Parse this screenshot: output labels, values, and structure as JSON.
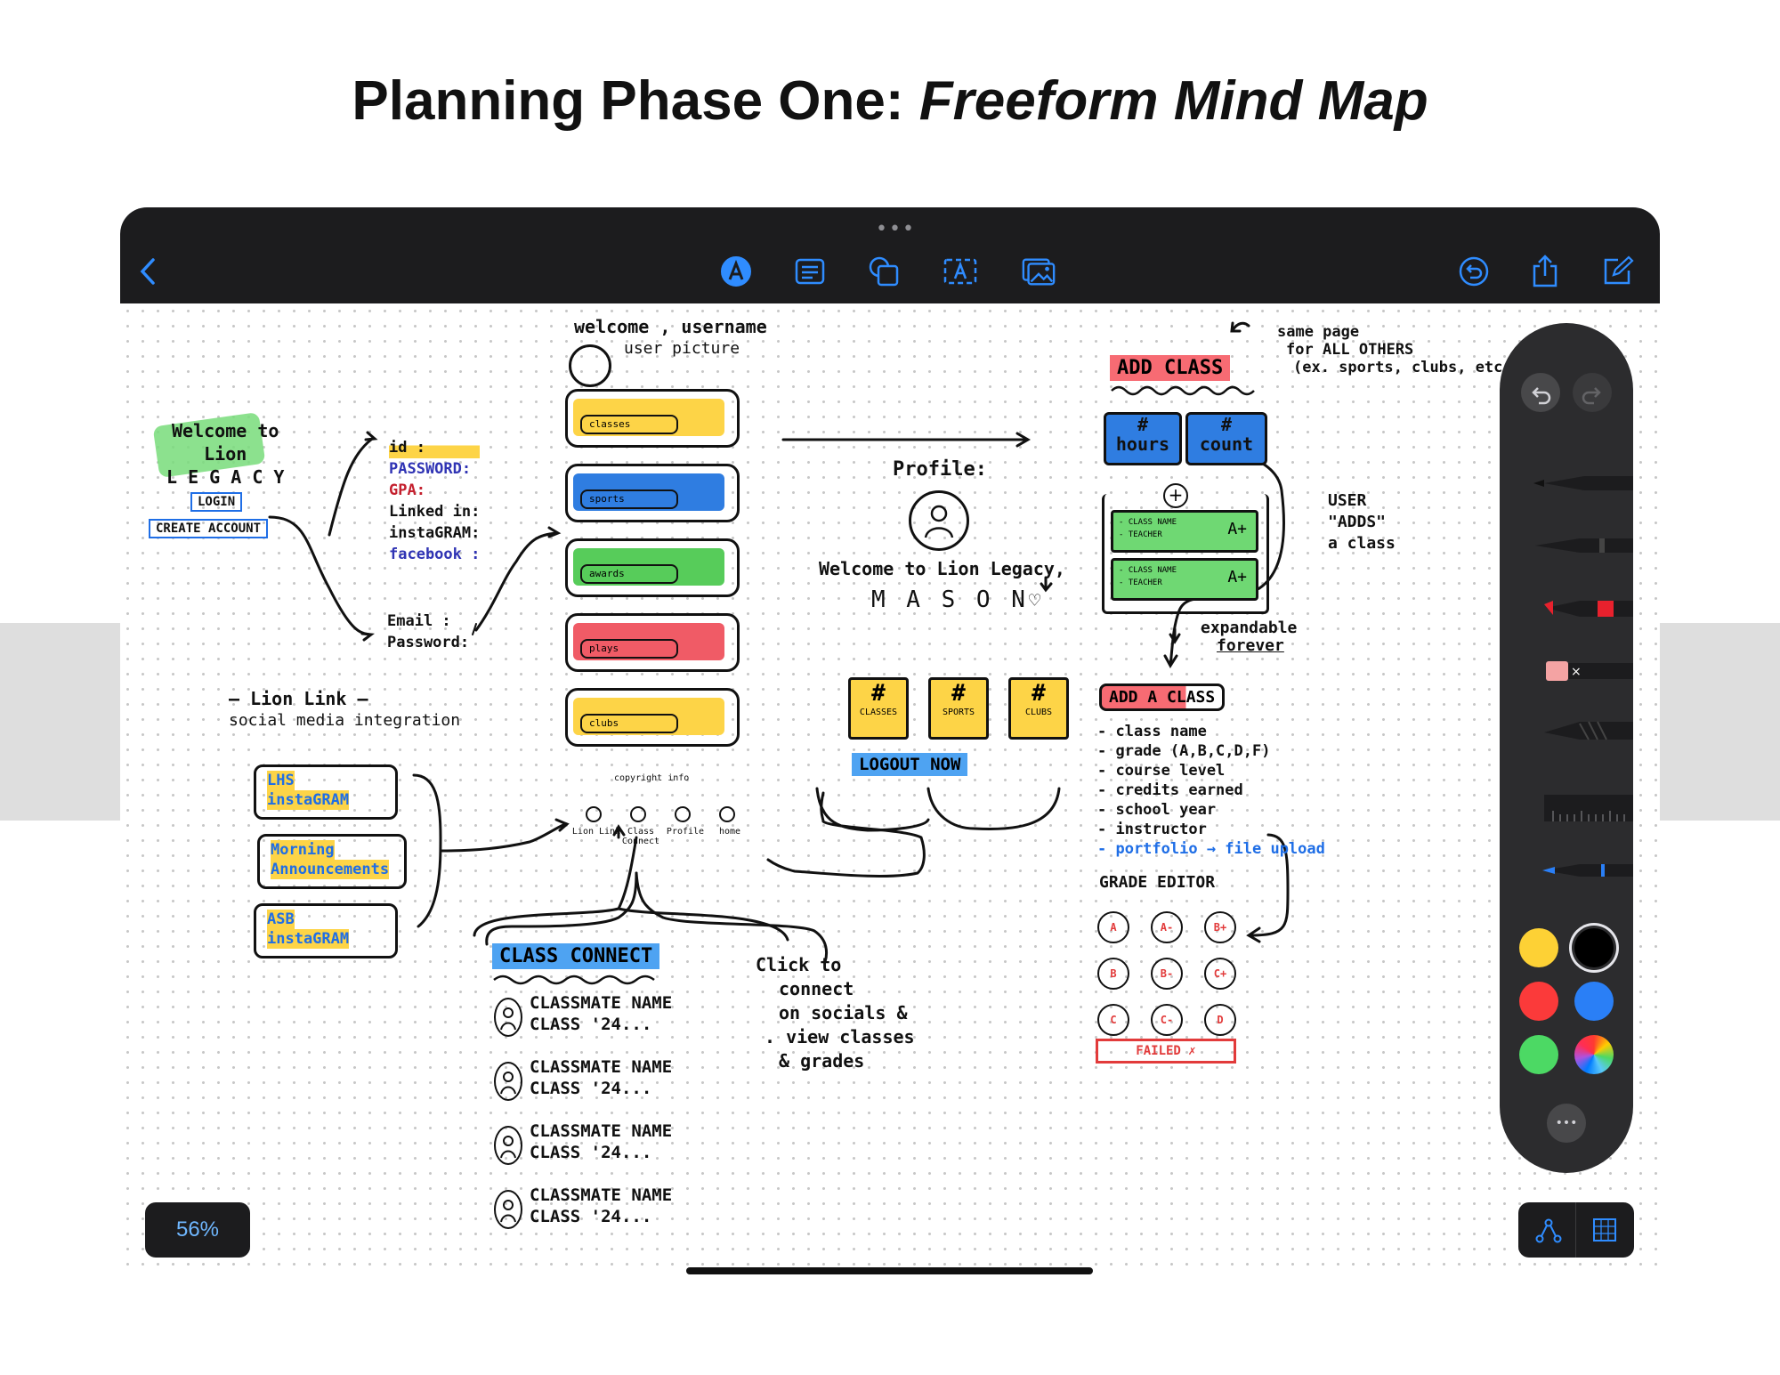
{
  "page": {
    "title_plain": "Planning Phase One: ",
    "title_italic": "Freeform Mind Map"
  },
  "toolbar": {
    "grabber": "•••",
    "icons": [
      "back-chevron-icon",
      "pen-icon",
      "text-box-icon",
      "shapes-icon",
      "text-icon",
      "media-icon",
      "undo-history-icon",
      "share-icon",
      "compose-icon"
    ]
  },
  "sketch": {
    "welcome_header": "welcome , username",
    "user_picture": "user picture",
    "welcome_left": [
      "Welcome to",
      "Lion",
      "L E G A C Y"
    ],
    "login": "LOGIN",
    "create_account": "CREATE ACCOUNT",
    "fields": [
      "id :",
      "PASSWORD:",
      "GPA:",
      "Linked in:",
      "instaGRAM:",
      "facebook :"
    ],
    "email": "Email :",
    "password": "Password:",
    "menu": [
      {
        "label": "classes",
        "color": "#fdd447"
      },
      {
        "label": "sports",
        "color": "#2f7de1"
      },
      {
        "label": "awards",
        "color": "#57cc5a"
      },
      {
        "label": "plays",
        "color": "#f05b66"
      },
      {
        "label": "clubs",
        "color": "#fdd447"
      }
    ],
    "copyright": "copyright info",
    "nav": [
      "Lion Link",
      "Class Connect",
      "Profile",
      "home"
    ],
    "profile_label": "Profile:",
    "welcome_profile": "Welcome to Lion Legacy,",
    "name": "M A S O N",
    "profile_tiles": [
      "CLASSES",
      "SPORTS",
      "CLUBS"
    ],
    "logout": "LOGOUT NOW",
    "lion_link_title": "— Lion Link —",
    "lion_link_sub": "social media integration",
    "social_boxes": [
      {
        "label": [
          "LHS",
          "instaGRAM"
        ],
        "color": "#fdd447"
      },
      {
        "label": [
          "Morning",
          "Announcements"
        ],
        "color": "#fdd447"
      },
      {
        "label": [
          "ASB",
          "instaGRAM"
        ],
        "color": "#fdd447"
      }
    ],
    "class_connect": "CLASS CONNECT",
    "classmates": [
      {
        "name": "CLASSMATE NAME",
        "year": "CLASS '24..."
      },
      {
        "name": "CLASSMATE NAME",
        "year": "CLASS '24..."
      },
      {
        "name": "CLASSMATE NAME",
        "year": "CLASS '24..."
      },
      {
        "name": "CLASSMATE NAME",
        "year": "CLASS '24..."
      }
    ],
    "click_note": [
      "Click to",
      "connect",
      "on socials &",
      ". view classes",
      "& grades"
    ],
    "same_page": [
      "same page",
      "for ALL OTHERS",
      "(ex. sports, clubs, etc.."
    ],
    "add_class_title": "ADD CLASS",
    "hours": [
      "#",
      "hours"
    ],
    "count": [
      "#",
      "count"
    ],
    "class_cards": [
      {
        "name": "- CLASS NAME",
        "teacher": "- TEACHER",
        "grade": "A+"
      },
      {
        "name": "- CLASS NAME",
        "teacher": "- TEACHER",
        "grade": "A+"
      }
    ],
    "user_adds": [
      "USER",
      "\"ADDS\"",
      "a class"
    ],
    "expandable": [
      "expandable",
      "forever"
    ],
    "add_a_class": "ADD A CLASS",
    "add_fields": [
      "- class name",
      "- grade (A,B,C,D,F)",
      "- course level",
      "- credits earned",
      "- school year",
      "- instructor"
    ],
    "portfolio": "- portfolio → file upload",
    "grade_editor": "GRADE   EDITOR",
    "grades": [
      "A",
      "A-",
      "B+",
      "B",
      "B-",
      "C+",
      "C",
      "C-",
      "D"
    ],
    "failed": "FAILED ✗"
  },
  "palette": {
    "colors": [
      "#fdd135",
      "#000000",
      "#fb3a3a",
      "#2a7ff6",
      "#4cd964"
    ],
    "more": "•••"
  },
  "zoom": "56%"
}
